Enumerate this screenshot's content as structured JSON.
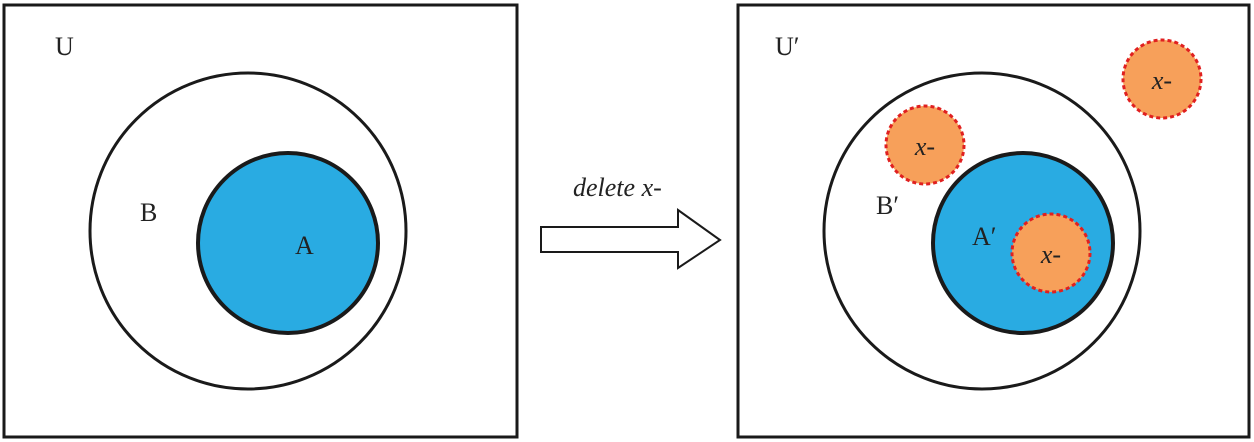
{
  "before": {
    "universe_label": "U",
    "outer_set_label": "B",
    "inner_set_label": "A"
  },
  "transition": {
    "label": "delete x-"
  },
  "after": {
    "universe_label": "U′",
    "outer_set_label": "B′",
    "inner_set_label": "A′",
    "removed_elements": [
      {
        "label": "x-"
      },
      {
        "label": "x-"
      },
      {
        "label": "x-"
      }
    ]
  },
  "colors": {
    "stroke": "#1a1a1a",
    "inner_set_fill": "#29abe2",
    "removed_fill": "#f7a05a",
    "removed_stroke": "#e02020"
  }
}
